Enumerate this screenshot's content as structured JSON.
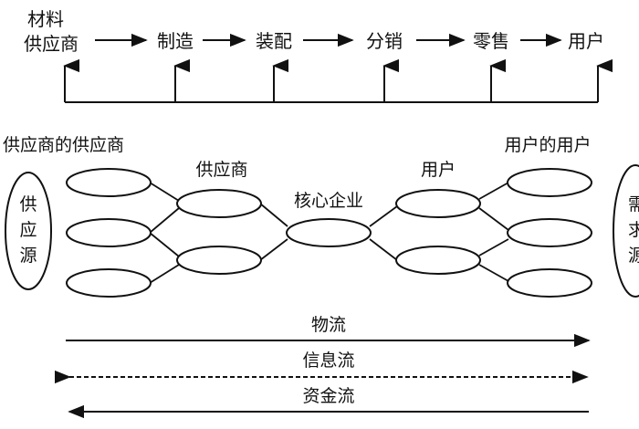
{
  "top_chain": {
    "stages": [
      "材料供应商",
      "制造",
      "装配",
      "分销",
      "零售",
      "用户"
    ],
    "material_supplier_lines": [
      "材料",
      "供应商"
    ]
  },
  "network": {
    "left_end": {
      "chars": [
        "供",
        "应",
        "源"
      ]
    },
    "right_end": {
      "chars": [
        "需",
        "求",
        "源"
      ]
    },
    "labels": {
      "suppliers_of_suppliers": "供应商的供应商",
      "suppliers": "供应商",
      "core": "核心企业",
      "users": "用户",
      "users_of_users": "用户的用户"
    }
  },
  "flows": {
    "material": "物流",
    "information": "信息流",
    "capital": "资金流"
  }
}
